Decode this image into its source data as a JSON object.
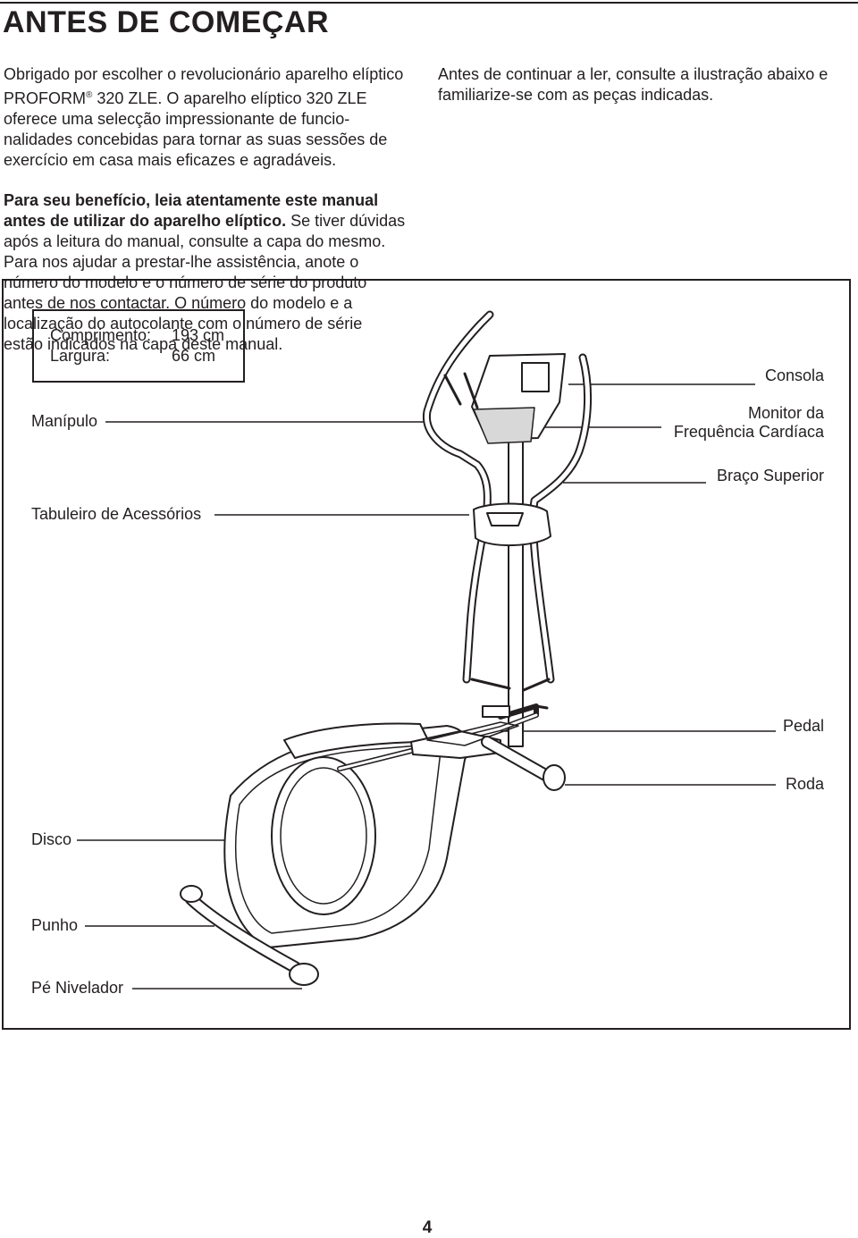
{
  "header": {
    "title": "ANTES DE COMEÇAR"
  },
  "intro": {
    "p1_a": "Obrigado por escolher o revolucionário aparelho elíptico PROFORM",
    "p1_reg": "®",
    "p1_b": " 320 ZLE. O aparelho elíptico 320 ZLE oferece uma selecção impressionante de funcio-nalidades concebidas para tornar as suas sessões de exercício em casa mais eficazes e agradáveis.",
    "p2_bold": "Para seu benefício, leia atentamente este manual antes de utilizar do aparelho elíptico.",
    "p2_rest": " Se tiver dúvidas após a leitura do manual, consulte a capa do mesmo. Para nos ajudar a prestar-lhe assistência, anote o número do modelo e o número de série do produto antes de nos contactar. O número do modelo e a localização do autocolante com o número de série estão indicados na capa deste manual.",
    "p3": "Antes de continuar a ler, consulte a ilustração abaixo e familiarize-se com as peças indicadas."
  },
  "specs": {
    "length_label": "Comprimento:",
    "length_value": "193 cm",
    "width_label": "Largura:",
    "width_value": "66 cm"
  },
  "parts": {
    "console": "Consola",
    "heart_rate_1": "Monitor da",
    "heart_rate_2": "Frequência Cardíaca",
    "upper_arm": "Braço Superior",
    "pedal": "Pedal",
    "wheel": "Roda",
    "handlebar": "Manípulo",
    "accessory_tray": "Tabuleiro de Acessórios",
    "disc": "Disco",
    "handle": "Punho",
    "leveling_foot": "Pé Nivelador"
  },
  "footer": {
    "page_number": "4"
  }
}
